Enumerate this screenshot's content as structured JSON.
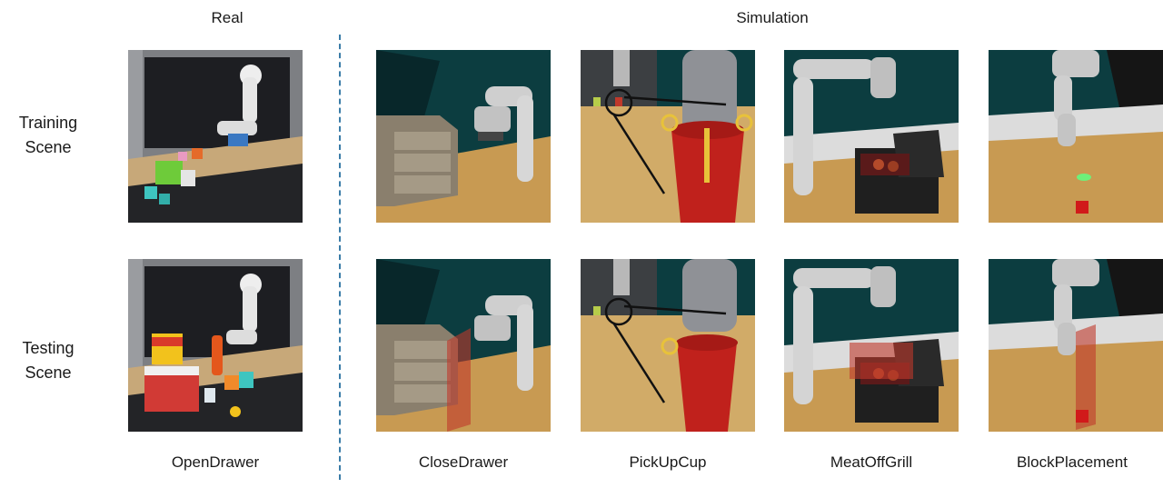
{
  "headers": {
    "real": "Real",
    "simulation": "Simulation"
  },
  "rows": [
    {
      "line1": "Training",
      "line2": "Scene"
    },
    {
      "line1": "Testing",
      "line2": "Scene"
    }
  ],
  "tasks": [
    "OpenDrawer",
    "CloseDrawer",
    "PickUpCup",
    "MeatOffGrill",
    "BlockPlacement"
  ],
  "colors": {
    "sim_wall": "#0c3d40",
    "sim_floor": "#c89a52",
    "robot": "#c9c9c9",
    "distractor_red": "#c0392b",
    "divider": "#3a7ca8"
  }
}
